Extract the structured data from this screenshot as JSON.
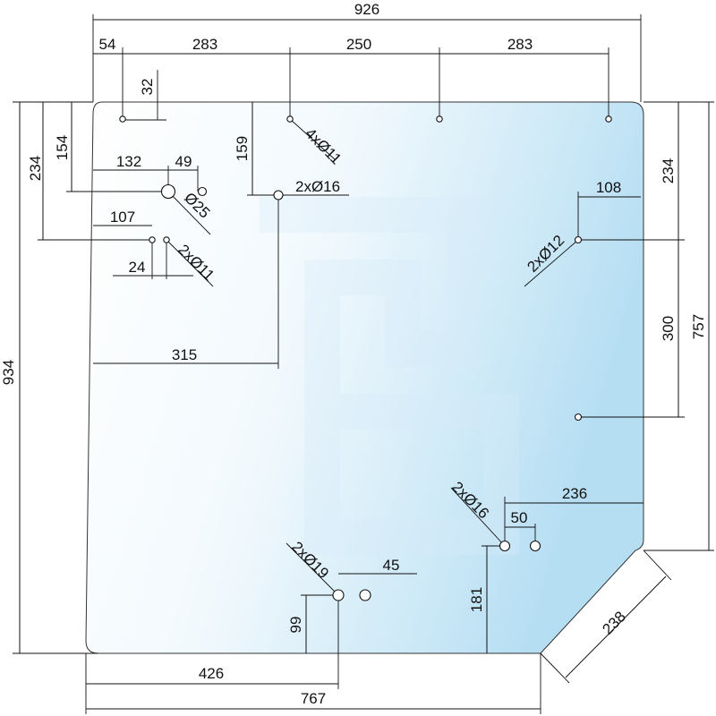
{
  "drawing": {
    "overall": {
      "width_top": "926",
      "height_left": "934",
      "width_bottom": "767",
      "height_right": "757",
      "chamfer": "238"
    },
    "top_row": {
      "offset_left": "54",
      "span_1": "283",
      "span_2": "250",
      "span_3": "283",
      "edge_to_holes": "32",
      "holes_note": "4xØ11"
    },
    "left_holes": {
      "h_154": "154",
      "h_234": "234",
      "w_132": "132",
      "w_49": "49",
      "dia_25": "Ø25",
      "w_107": "107",
      "w_24": "24",
      "note_2x11": "2xØ11"
    },
    "center_hole": {
      "h_159": "159",
      "note": "2xØ16",
      "w_315": "315"
    },
    "right_holes": {
      "w_108": "108",
      "h_234": "234",
      "h_300": "300",
      "note": "2xØ12"
    },
    "bottom_holes": {
      "note_16": "2xØ16",
      "w_236": "236",
      "w_50": "50",
      "h_181": "181",
      "note_19": "2xØ19",
      "w_45": "45",
      "h_99": "99",
      "w_426": "426"
    }
  }
}
